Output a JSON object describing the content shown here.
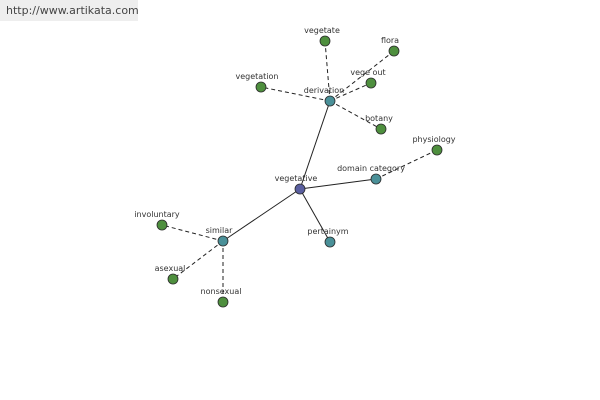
{
  "banner": {
    "url": "http://www.artikata.com"
  },
  "colors": {
    "center": "#5a5fa0",
    "relation": "#4a9098",
    "leaf": "#4e8f3e",
    "stroke": "#2a2a2a"
  },
  "graph": {
    "nodes": [
      {
        "id": "vegetative",
        "label": "vegetative",
        "kind": "center"
      },
      {
        "id": "derivation",
        "label": "derivation",
        "kind": "relation"
      },
      {
        "id": "domain-category",
        "label": "domain category",
        "kind": "relation"
      },
      {
        "id": "similar",
        "label": "similar",
        "kind": "relation"
      },
      {
        "id": "pertainym",
        "label": "pertainym",
        "kind": "relation"
      },
      {
        "id": "vegetate",
        "label": "vegetate",
        "kind": "leaf"
      },
      {
        "id": "flora",
        "label": "flora",
        "kind": "leaf"
      },
      {
        "id": "vege-out",
        "label": "vege out",
        "kind": "leaf"
      },
      {
        "id": "vegetation",
        "label": "vegetation",
        "kind": "leaf"
      },
      {
        "id": "botany",
        "label": "botany",
        "kind": "leaf"
      },
      {
        "id": "physiology",
        "label": "physiology",
        "kind": "leaf"
      },
      {
        "id": "involuntary",
        "label": "involuntary",
        "kind": "leaf"
      },
      {
        "id": "asexual",
        "label": "asexual",
        "kind": "leaf"
      },
      {
        "id": "nonsexual",
        "label": "nonsexual",
        "kind": "leaf"
      }
    ],
    "edges": [
      {
        "from": "vegetative",
        "to": "derivation",
        "style": "solid"
      },
      {
        "from": "vegetative",
        "to": "domain-category",
        "style": "solid"
      },
      {
        "from": "vegetative",
        "to": "similar",
        "style": "solid"
      },
      {
        "from": "vegetative",
        "to": "pertainym",
        "style": "solid"
      },
      {
        "from": "derivation",
        "to": "vegetate",
        "style": "dashed"
      },
      {
        "from": "derivation",
        "to": "flora",
        "style": "dashed"
      },
      {
        "from": "derivation",
        "to": "vege-out",
        "style": "dashed"
      },
      {
        "from": "derivation",
        "to": "vegetation",
        "style": "dashed"
      },
      {
        "from": "derivation",
        "to": "botany",
        "style": "dashed"
      },
      {
        "from": "domain-category",
        "to": "physiology",
        "style": "dashed"
      },
      {
        "from": "similar",
        "to": "involuntary",
        "style": "dashed"
      },
      {
        "from": "similar",
        "to": "asexual",
        "style": "dashed"
      },
      {
        "from": "similar",
        "to": "nonsexual",
        "style": "dashed"
      }
    ]
  }
}
